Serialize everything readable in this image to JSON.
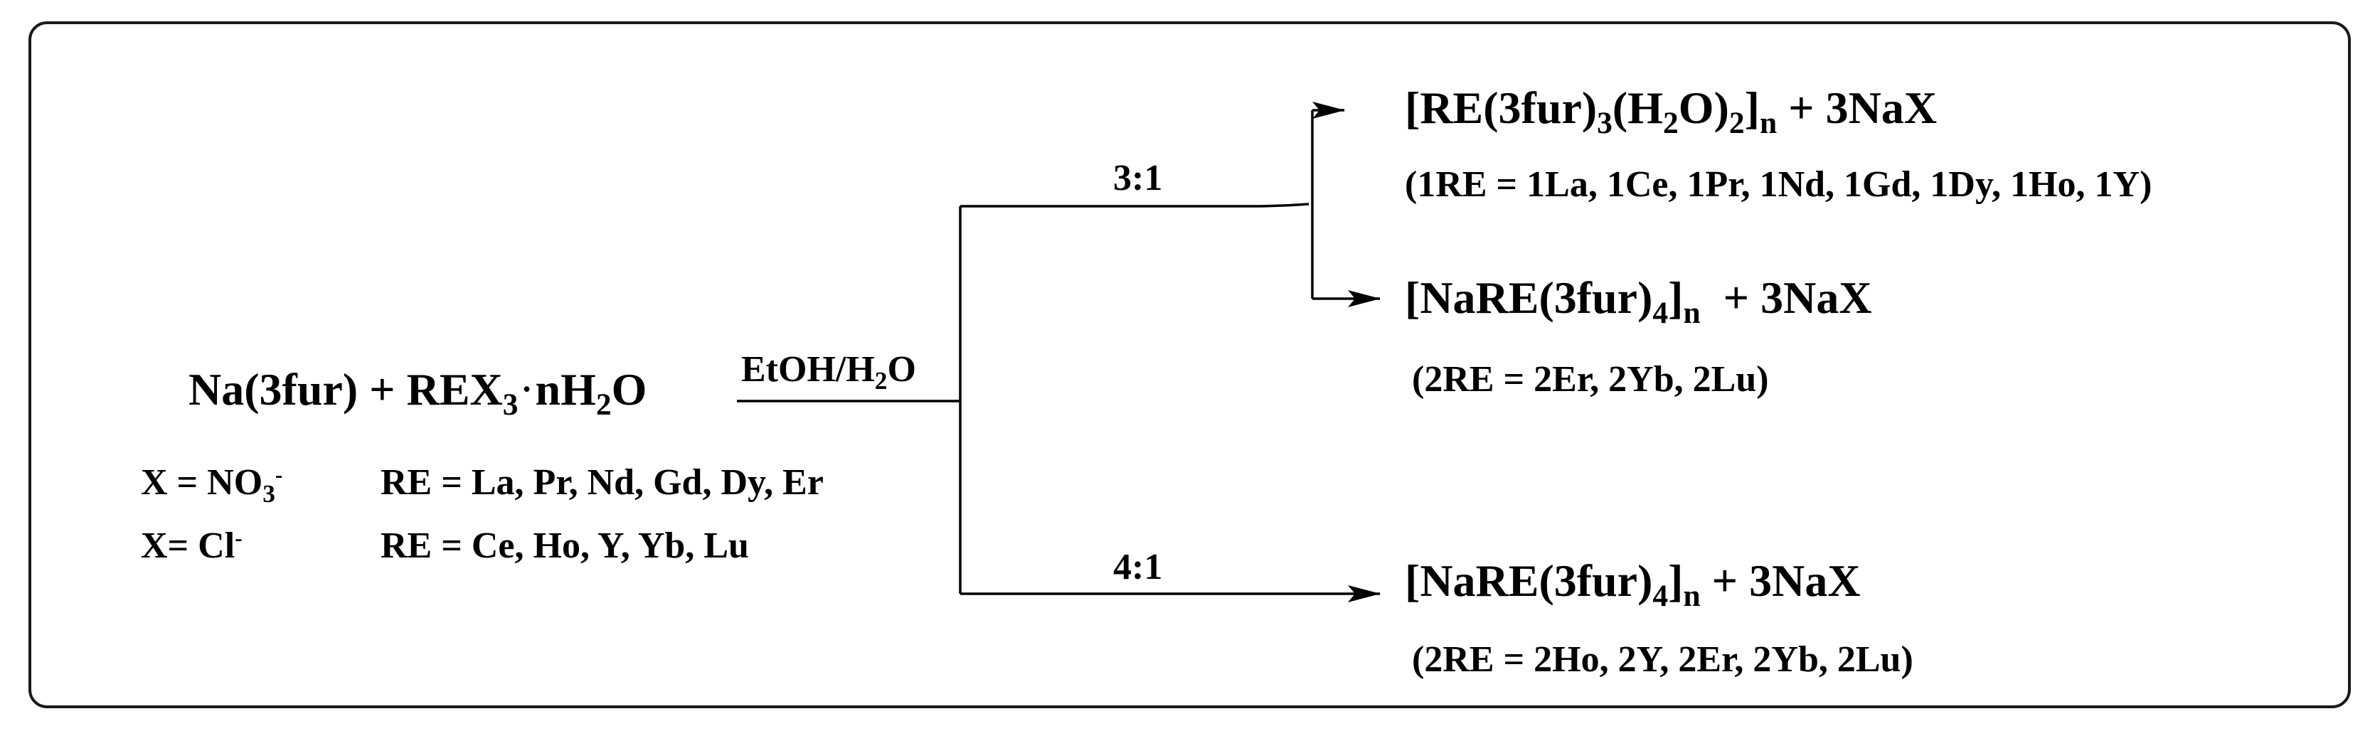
{
  "reaction": {
    "reactant_a": "Na(3fur)",
    "plus": "+",
    "reactant_b": "REX",
    "reactant_b_sub": "3",
    "dot": "·",
    "hydrate_n": "nH",
    "hydrate_sub": "2",
    "hydrate_o": "O"
  },
  "conditions": {
    "solvent_a": "EtOH/H",
    "solvent_sub": "2",
    "solvent_b": "O"
  },
  "anions": [
    {
      "x_label": "X = NO",
      "x_sub": "3",
      "x_sup": "-",
      "re_list": "RE = La, Pr, Nd, Gd, Dy, Er"
    },
    {
      "x_label": "X= Cl",
      "x_sub": "",
      "x_sup": "-",
      "re_list": "RE = Ce, Ho, Y, Yb, Lu"
    }
  ],
  "branches": {
    "ratio_3_1": "3:1",
    "ratio_4_1": "4:1"
  },
  "products": {
    "p1": {
      "pre": "[RE(3fur)",
      "sub1": "3",
      "mid": "(H",
      "sub2": "2",
      "post": "O)",
      "sub3": "2",
      "close": "]",
      "sub_n": "n",
      "tail": " + 3NaX",
      "note": "(1RE = 1La, 1Ce, 1Pr, 1Nd, 1Gd, 1Dy, 1Ho, 1Y)"
    },
    "p2": {
      "pre": "[NaRE(3fur)",
      "sub1": "4",
      "close": "]",
      "sub_n": "n",
      "tail": "  + 3NaX",
      "note": "(2RE = 2Er, 2Yb, 2Lu)"
    },
    "p3": {
      "pre": "[NaRE(3fur)",
      "sub1": "4",
      "close": "]",
      "sub_n": "n",
      "tail": " + 3NaX",
      "note": "(2RE = 2Ho, 2Y, 2Er, 2Yb, 2Lu)"
    }
  }
}
